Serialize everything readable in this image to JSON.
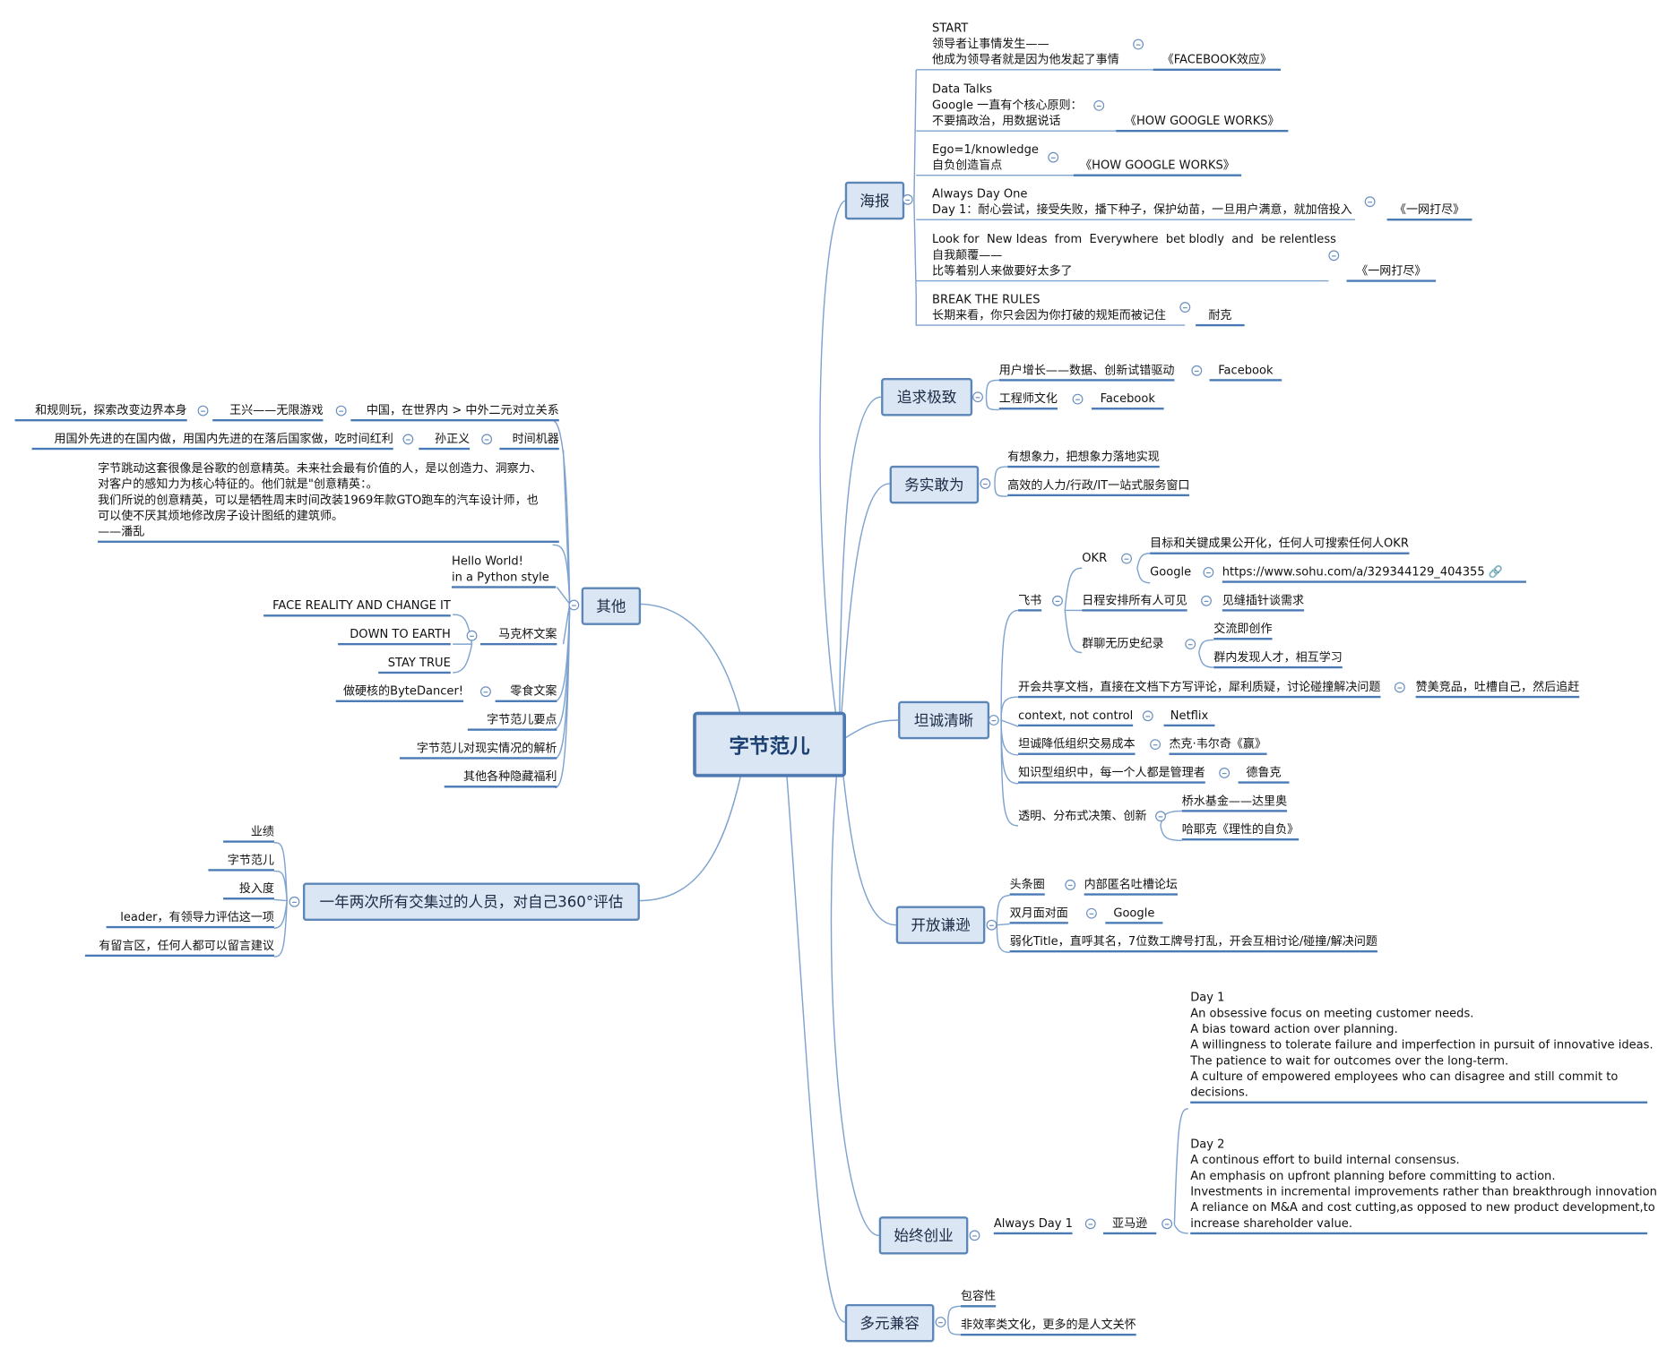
{
  "root": "字节范儿",
  "branches": {
    "haibao": "海报",
    "zhuiqiu": "追求极致",
    "wushi": "务实敢为",
    "tancheng": "坦诚清晰",
    "kaifang": "开放谦逊",
    "shizhong": "始终创业",
    "duoyuan": "多元兼容",
    "qita": "其他",
    "pingjia": "一年两次所有交集过的人员，对自己360°评估"
  },
  "haibao": {
    "start": "START\n领导者让事情发生——\n他成为领导者就是因为他发起了事情",
    "start_src": "《FACEBOOK效应》",
    "data": "Data Talks\nGoogle 一直有个核心原则：\n不要搞政治，用数据说话",
    "data_src": "《HOW GOOGLE WORKS》",
    "ego": "Ego=1/knowledge\n自负创造盲点",
    "ego_src": "《HOW GOOGLE WORKS》",
    "day1": "Always Day One\nDay 1：耐心尝试，接受失败，播下种子，保护幼苗，一旦用户满意，就加倍投入",
    "day1_src": "《一网打尽》",
    "look": "Look for  New Ideas  from  Everywhere  bet blodly  and  be relentless\n自我颠覆——\n比等着别人来做要好太多了",
    "look_src": "《一网打尽》",
    "break": "BREAK THE RULES\n长期来看，你只会因为你打破的规矩而被记住",
    "break_src": "耐克"
  },
  "zhuiqiu": {
    "a": "用户增长——数据、创新试错驱动",
    "a_src": "Facebook",
    "b": "工程师文化",
    "b_src": "Facebook"
  },
  "wushi": {
    "a": "有想象力，把想象力落地实现",
    "b": "高效的人力/行政/IT一站式服务窗口"
  },
  "tancheng": {
    "feishu": "飞书",
    "okr": "OKR",
    "okr_a": "目标和关键成果公开化，任何人可搜索任何人OKR",
    "google": "Google",
    "url": "https://www.sohu.com/a/329344129_404355",
    "rc": "日程安排所有人可见",
    "rc_a": "见缝插针谈需求",
    "qun": "群聊无历史纪录",
    "qun_a": "交流即创作",
    "qun_b": "群内发现人才，相互学习",
    "doc": "开会共享文档，直接在文档下方写评论，犀利质疑，讨论碰撞解决问题",
    "doc_a": "赞美竞品，吐槽自己，然后追赶",
    "ctx": "context, not control",
    "ctx_a": "Netflix",
    "cost": "坦诚降低组织交易成本",
    "cost_a": "杰克·韦尔奇《赢》",
    "know": "知识型组织中，每一个人都是管理者",
    "know_a": "德鲁克",
    "tm": "透明、分布式决策、创新",
    "tm_a": "桥水基金——达里奥",
    "tm_b": "哈耶克《理性的自负》"
  },
  "kaifang": {
    "a": "头条圈",
    "a_1": "内部匿名吐槽论坛",
    "b": "双月面对面",
    "b_1": "Google",
    "c": "弱化Title，直呼其名，7位数工牌号打乱，开会互相讨论/碰撞/解决问题"
  },
  "shizhong": {
    "always": "Always Day 1",
    "amazon": "亚马逊",
    "day1": "Day 1\nAn obsessive focus on meeting customer needs.\nA bias toward action over planning.\nA willingness to tolerate failure and imperfection in pursuit of innovative ideas.\nThe patience to wait for outcomes over the long-term.\nA culture of empowered employees who can disagree and still commit to\ndecisions.",
    "day2": "Day 2\nA continous effort to build internal consensus.\nAn emphasis on upfront planning before committing to action.\nInvestments in incremental improvements rather than breakthrough innovation.\nA reliance on M&A and cost cutting,as opposed to new product development,to\nincrease shareholder value."
  },
  "duoyuan": {
    "a": "包容性",
    "b": "非效率类文化，更多的是人文关怀"
  },
  "qita": {
    "sjj": "时间机器",
    "sun": "孙正义",
    "sun_a": "用国外先进的在国内做，用国内先进的在落后国家做，吃时间红利",
    "zg": "中国，在世界内 > 中外二元对立关系",
    "wx": "王兴——无限游戏",
    "wx_a": "和规则玩，探索改变边界本身",
    "quote": "字节跳动这套很像是谷歌的创意精英。未来社会最有价值的人，是以创造力、洞察力、\n对客户的感知力为核心特征的。他们就是\"创意精英：。\n我们所说的创意精英，可以是牺牲周末时间改装1969年款GTO跑车的汽车设计师，也\n可以使不厌其烦地修改房子设计图纸的建筑师。\n——潘乱",
    "hello": "Hello World!\nin a Python style",
    "face": "FACE REALITY AND CHANGE IT",
    "mk": "马克杯文案",
    "down": "DOWN TO EARTH",
    "stay": "STAY TRUE",
    "ls": "零食文案",
    "ls_a": "做硬核的ByteDancer!",
    "yd": "字节范儿要点",
    "jx": "字节范儿对现实情况的解析",
    "fl": "其他各种隐藏福利"
  },
  "pingjia": {
    "a": "业绩",
    "b": "字节范儿",
    "c": "投入度",
    "d": "leader，有领导力评估这一项",
    "e": "有留言区，任何人都可以留言建议"
  }
}
